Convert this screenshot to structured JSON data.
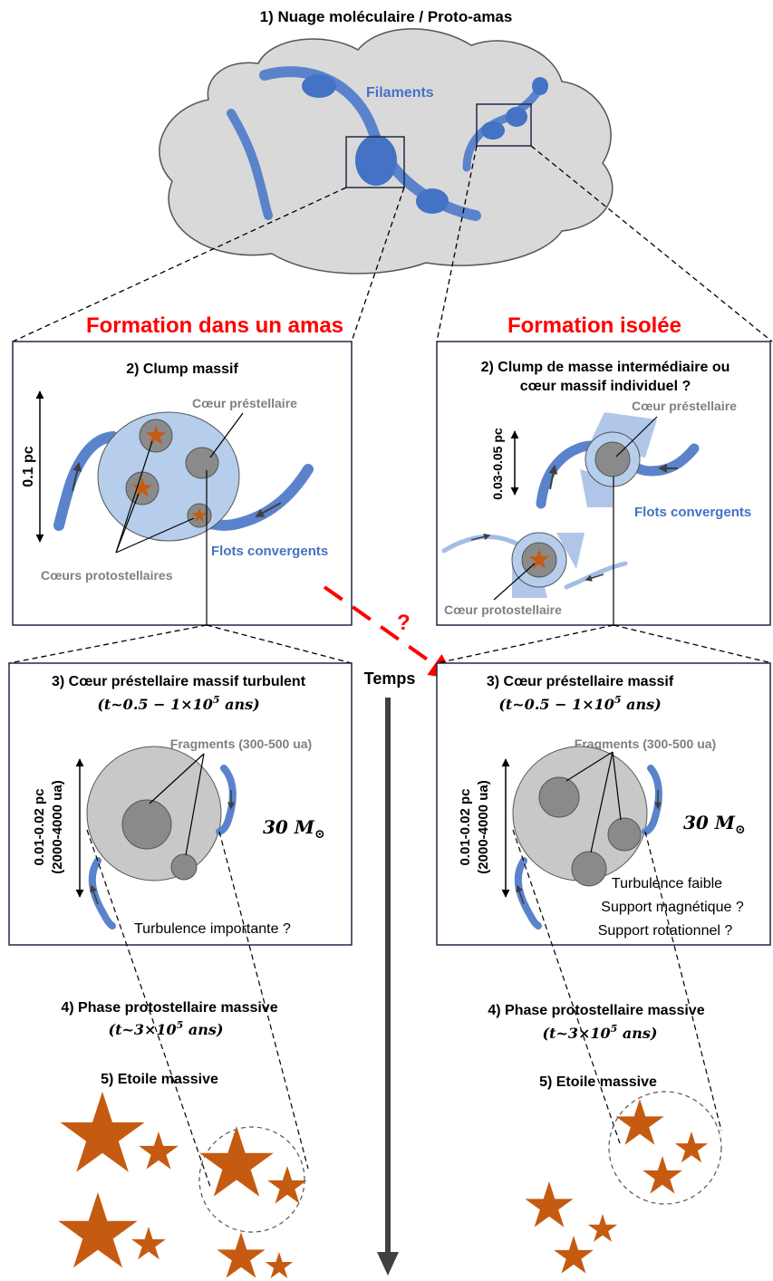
{
  "stage1": {
    "title": "1) Nuage moléculaire / Proto-amas",
    "filaments_label": "Filaments"
  },
  "left": {
    "heading": "Formation dans un amas",
    "panel2": {
      "title": "2) Clump massif",
      "scale": "0.1 pc",
      "prestellar_label": "Cœur préstellaire",
      "protostellar_label": "Cœurs protostellaires",
      "flows_label": "Flots convergents"
    },
    "panel3": {
      "title": "3) Cœur préstellaire massif turbulent",
      "time_prefix": "(t~0.5 − 1×10",
      "time_exp": "5",
      "time_suffix": " ans)",
      "fragments_label": "Fragments (300-500 ua)",
      "scale1": "0.01-0.02 pc",
      "scale2": "(2000-4000 ua)",
      "mass_prefix": "30 M",
      "mass_sub": "⊙",
      "note": "Turbulence importante ?"
    },
    "phase4": {
      "title": "4) Phase protostellaire massive",
      "time_prefix": "(t~3×10",
      "time_exp": "5",
      "time_suffix": " ans)"
    },
    "phase5": {
      "title": "5) Etoile massive"
    }
  },
  "right": {
    "heading": "Formation isolée",
    "panel2": {
      "title_line1": "2) Clump de masse intermédiaire ou",
      "title_line2": "cœur massif individuel ?",
      "scale": "0.03-0.05 pc",
      "prestellar_label": "Cœur préstellaire",
      "flows_label": "Flots convergents",
      "protostellar_label": "Cœur protostellaire"
    },
    "panel3": {
      "title": "3) Cœur préstellaire massif",
      "time_prefix": "(t~0.5 − 1×10",
      "time_exp": "5",
      "time_suffix": " ans)",
      "fragments_label": "Fragments (300-500 ua)",
      "scale1": "0.01-0.02 pc",
      "scale2": "(2000-4000 ua)",
      "mass_prefix": "30 M",
      "mass_sub": "⊙",
      "note1": "Turbulence faible",
      "note2": "Support magnétique ?",
      "note3": "Support rotationnel ?"
    },
    "phase4": {
      "title": "4) Phase protostellaire massive",
      "time_prefix": "(t~3×10",
      "time_exp": "5",
      "time_suffix": " ans)"
    },
    "phase5": {
      "title": "5) Etoile massive"
    }
  },
  "center": {
    "time_axis_label": "Temps",
    "question_mark": "?"
  },
  "colors": {
    "filament": "#5b83cc",
    "filament_light": "#a3bde6",
    "clump": "#b6cdeb",
    "cloud": "#d9d9d9",
    "core_gray": "#8a8a8a",
    "star": "#c55a11",
    "red": "#ff0000",
    "label_gray": "#808080",
    "axis": "#404040"
  }
}
